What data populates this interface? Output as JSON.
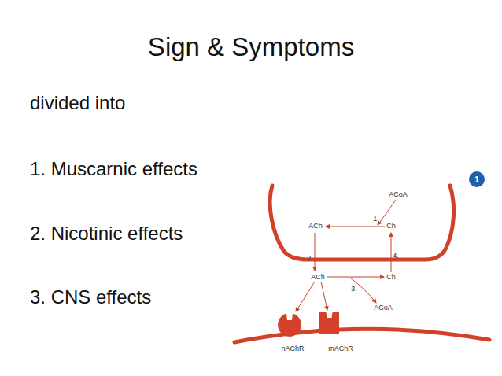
{
  "diagram": {
    "title": "Sign & Symptoms",
    "nodes": [
      {
        "text": [
          "1"
        ]
      },
      {
        "text": [
          "nAChR"
        ]
      },
      {
        "text": [
          "mAChR"
        ]
      }
    ],
    "labels": [
      "divided into",
      "1. Muscarnic effects",
      "2. Nicotinic effects",
      "3. CNS effects",
      "ACoA",
      "1.",
      "ACh",
      "Ch",
      "2.",
      "4.",
      "ACh",
      "Ch",
      "3.",
      "ACoA"
    ]
  }
}
